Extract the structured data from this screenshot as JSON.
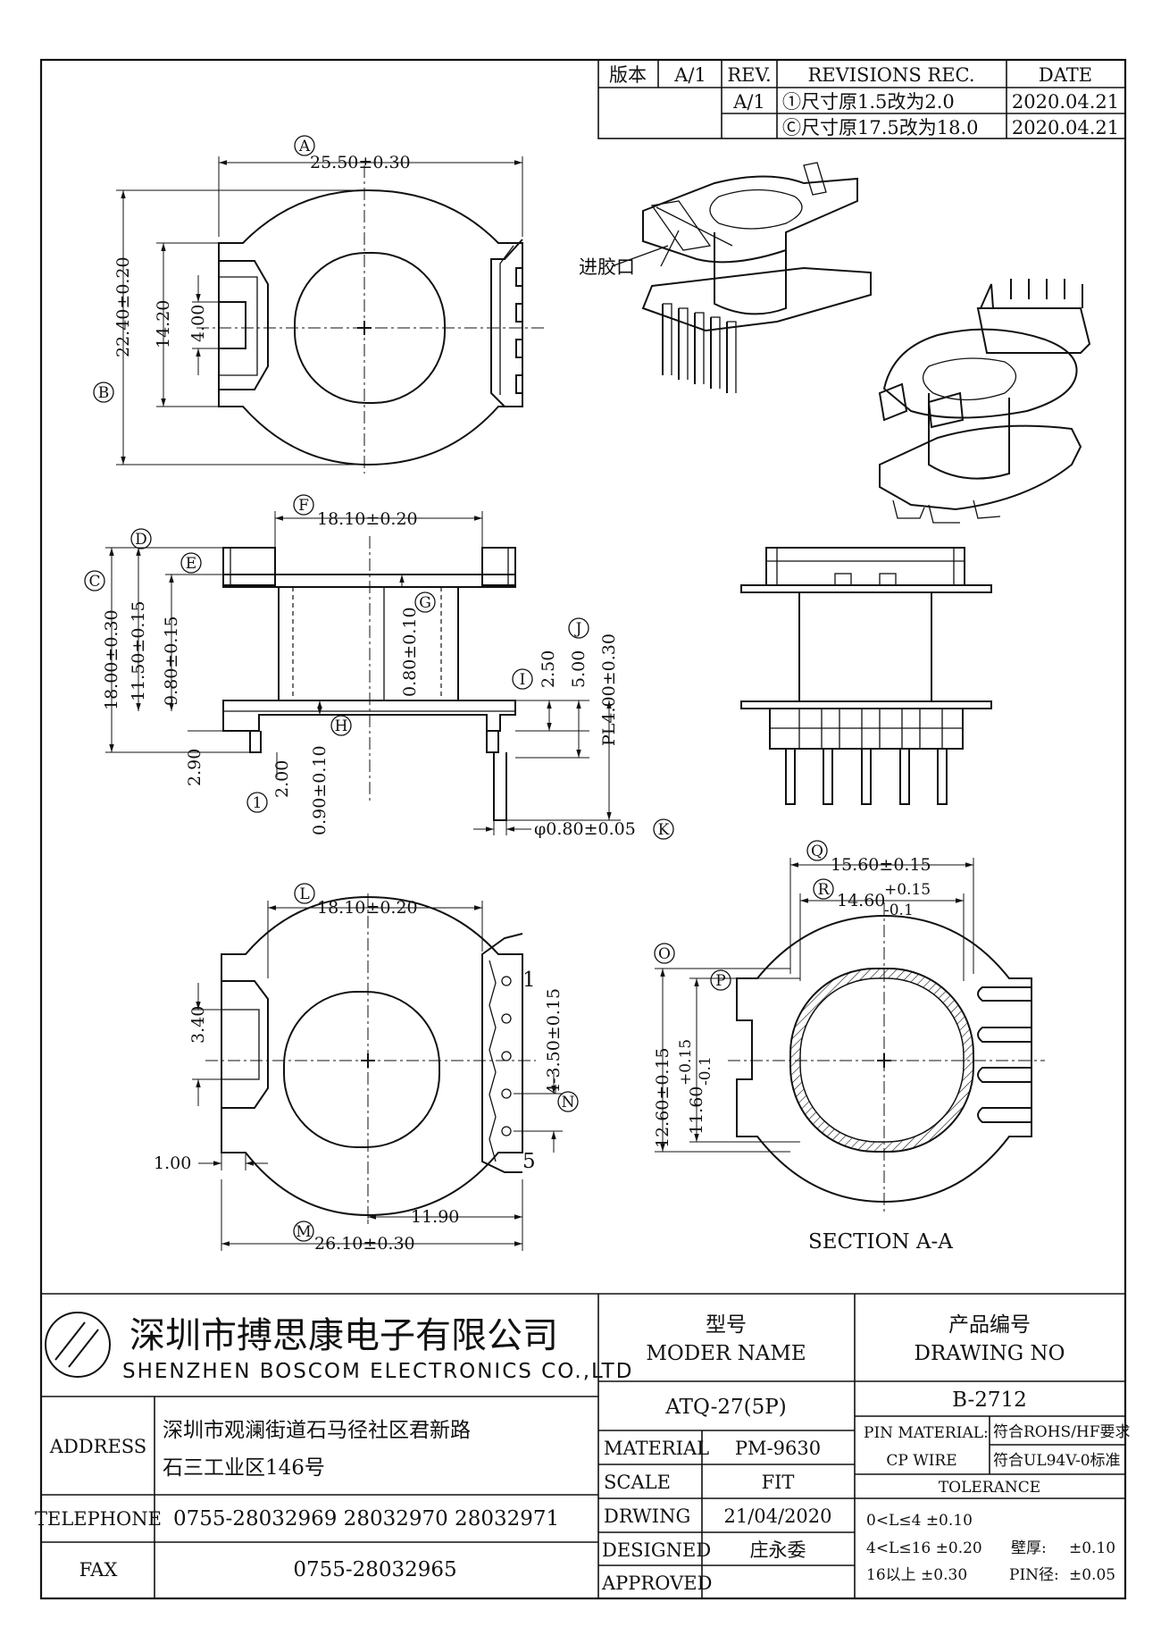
{
  "revision_table": {
    "version_label": "版本",
    "version_value": "A/1",
    "rev_header": "REV.",
    "rec_header": "REVISIONS REC.",
    "date_header": "DATE",
    "rows": [
      {
        "rev": "A/1",
        "rec": "①尺寸原1.5改为2.0",
        "date": "2020.04.21"
      },
      {
        "rev": "",
        "rec": "Ⓒ尺寸原17.5改为18.0",
        "date": "2020.04.21"
      }
    ]
  },
  "dimensions": {
    "top_width": "25.50±0.30",
    "top_height": "22.40±0.20",
    "top_inner": "14.20",
    "top_slot": "4.00",
    "side_width": "18.10±0.20",
    "side_total": "18.00±0.30",
    "side_11_5": "11.50±0.15",
    "side_9_8": "9.80±0.15",
    "side_0_8": "0.80±0.10",
    "side_2_5": "2.50",
    "side_5_0": "5.00",
    "side_pl": "PL4.00±0.30",
    "side_2_9": "2.90",
    "side_2_0": "2.00",
    "side_0_9": "0.90±0.10",
    "side_pin": "φ0.80±0.05",
    "bot_width": "18.10±0.20",
    "bot_3_4": "3.40",
    "bot_1_0": "1.00",
    "bot_11_9": "11.90",
    "bot_total": "26.10±0.30",
    "bot_pitch": "4-3.50±0.15",
    "sec_15_6": "15.60±0.15",
    "sec_14_6": "14.60",
    "sec_14_6_tol_up": "+0.15",
    "sec_14_6_tol_dn": "-0.1",
    "sec_12_6": "12.60±0.15",
    "sec_11_6": "11.60",
    "sec_11_6_tol_up": "+0.15",
    "sec_11_6_tol_dn": "-0.1"
  },
  "markers": {
    "A": "A",
    "B": "B",
    "C": "C",
    "D": "D",
    "E": "E",
    "F": "F",
    "G": "G",
    "H": "H",
    "I": "I",
    "J": "J",
    "K": "K",
    "L": "L",
    "M": "M",
    "N": "N",
    "O": "O",
    "P": "P",
    "Q": "Q",
    "R": "R",
    "one": "1"
  },
  "labels": {
    "gate": "进胶口",
    "section": "SECTION A-A",
    "pin_first": "1",
    "pin_last": "5"
  },
  "title_block": {
    "company_cn": "深圳市搏思康电子有限公司",
    "company_en": "SHENZHEN BOSCOM ELECTRONICS CO.,LTD",
    "model_cn": "型号",
    "model_en": "MODER NAME",
    "model_value": "ATQ-27(5P)",
    "drawing_cn": "产品编号",
    "drawing_en": "DRAWING NO",
    "drawing_value": "B-2712",
    "address_label": "ADDRESS",
    "address_line1": "深圳市观澜街道石马径社区君新路",
    "address_line2": "石三工业区146号",
    "telephone_label": "TELEPHONE",
    "telephone_value": "0755-28032969 28032970 28032971",
    "fax_label": "FAX",
    "fax_value": "0755-28032965",
    "material_label": "MATERIAL",
    "material_value": "PM-9630",
    "scale_label": "SCALE",
    "scale_value": "FIT",
    "drawing_label": "DRWING",
    "drawing_date": "21/04/2020",
    "designed_label": "DESIGNED",
    "designed_value": "庄永委",
    "approved_label": "APPROVED",
    "approved_value": "",
    "pin_material_label": "PIN MATERIAL:",
    "pin_material_req": "符合ROHS/HF要求",
    "cp_wire": "CP WIRE",
    "ul_req": "符合UL94V-0标准",
    "tolerance_title": "TOLERANCE",
    "tol1": "0<L≤4 ±0.10",
    "tol2": "4<L≤16 ±0.20",
    "tol3": "16以上   ±0.30",
    "wall_label": "壁厚:",
    "wall_value": "±0.10",
    "pin_dia_label": "PIN径:",
    "pin_dia_value": "±0.05"
  }
}
